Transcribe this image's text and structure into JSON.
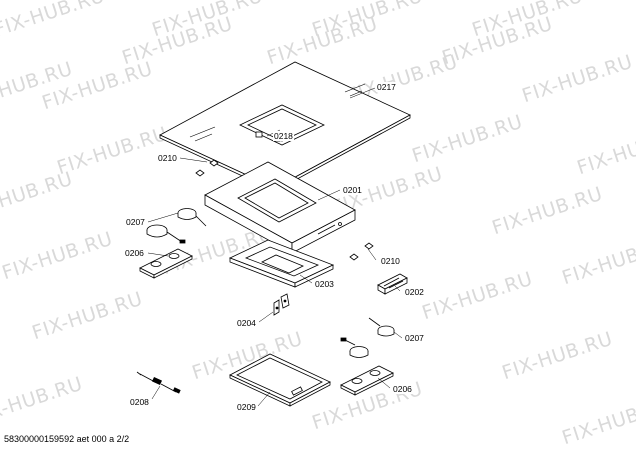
{
  "watermark": "FIX-HUB.RU",
  "parts": {
    "p0217": "0217",
    "p0218": "0218",
    "p0210a": "0210",
    "p0201": "0201",
    "p0207a": "0207",
    "p0206a": "0206",
    "p0210b": "0210",
    "p0203": "0203",
    "p0202": "0202",
    "p0204": "0204",
    "p0207b": "0207",
    "p0208": "0208",
    "p0209": "0209",
    "p0206b": "0206"
  },
  "footer": "58300000159592 aet 000 a 2/2"
}
